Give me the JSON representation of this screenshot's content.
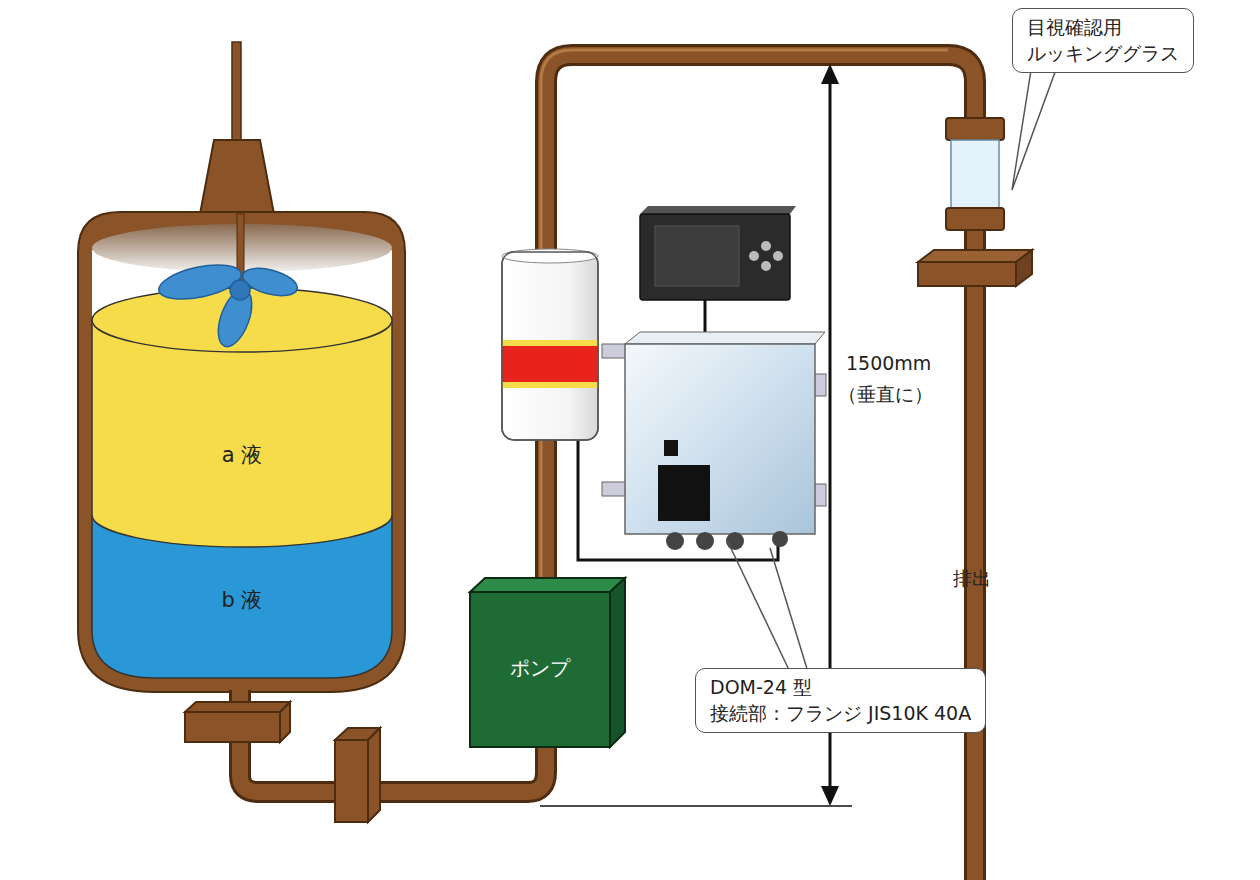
{
  "diagram": {
    "nodes": [
      {
        "text": [
          "a 液"
        ]
      },
      {
        "text": [
          "b 液"
        ]
      },
      {
        "text": [
          "ポンプ"
        ]
      },
      {
        "text": [
          "DOM-24 型",
          "接続部：フランジ JIS10K 40A"
        ]
      },
      {
        "text": [
          "目視確認用",
          "ルッキンググラス"
        ]
      }
    ],
    "labels": [
      "1500mm",
      "（垂直に）",
      "排出"
    ]
  }
}
